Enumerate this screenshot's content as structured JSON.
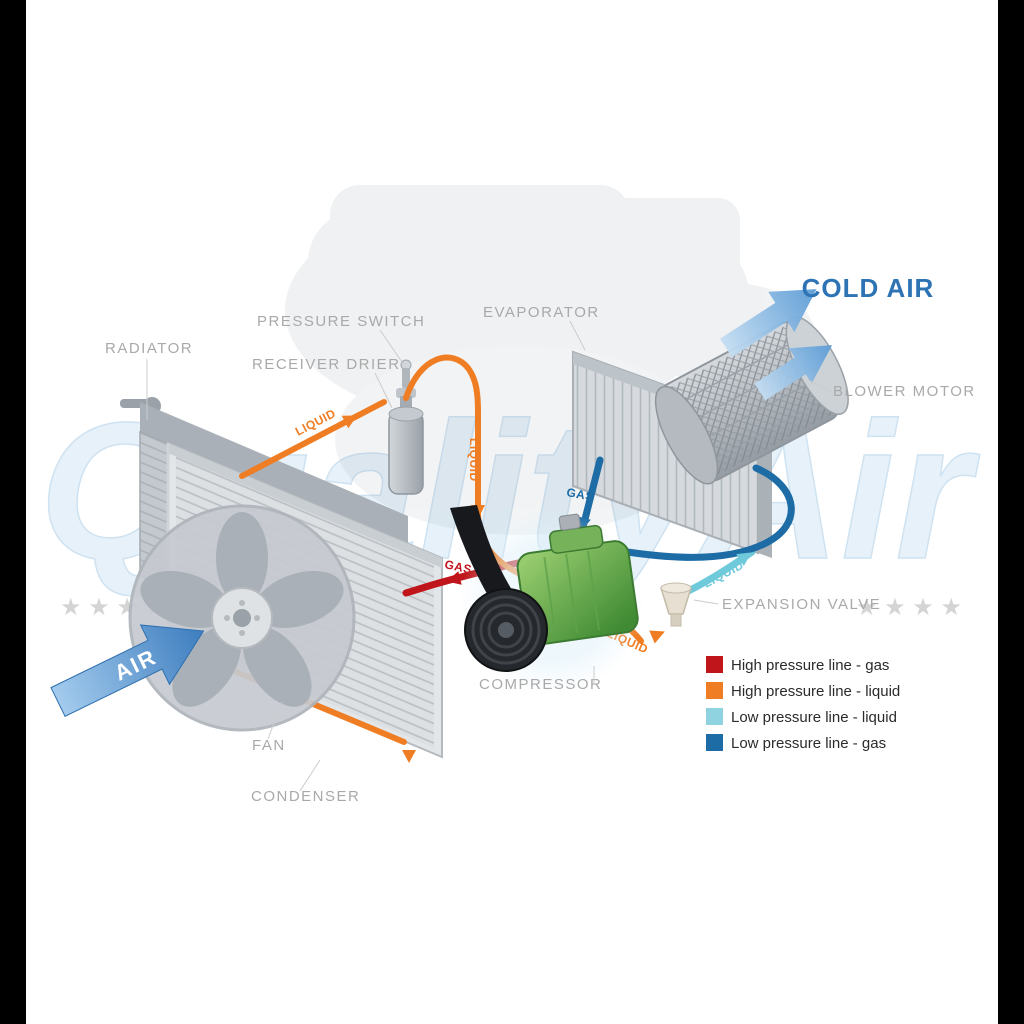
{
  "diagram": {
    "component_labels": {
      "radiator": "RADIATOR",
      "pressure_switch": "PRESSURE SWITCH",
      "receiver_drier": "RECEIVER DRIER",
      "evaporator": "EVAPORATOR",
      "blower_motor": "BLOWER MOTOR",
      "expansion_valve": "EXPANSION VALVE",
      "compressor": "COMPRESSOR",
      "fan": "FAN",
      "condenser": "CONDENSER"
    },
    "flow_labels": {
      "cold_air": "COLD AIR",
      "air": "AIR",
      "liquid_to_drier": "LIQUID",
      "liquid_from_drier": "LIQUID",
      "gas_discharge": "GAS",
      "gas_suction": "GAS",
      "liquid_to_evaporator": "LIQUID",
      "liquid_to_expansion_valve": "LIQUID"
    },
    "colors": {
      "high_pressure_gas": "#c0151b",
      "high_pressure_liquid": "#ef7d23",
      "low_pressure_liquid": "#6ec9da",
      "low_pressure_gas": "#1d6ca6",
      "cold_air_text": "#2e74b5",
      "air_arrow": "#4a86c8",
      "label_gray": "#a9a9a9"
    }
  },
  "legend": {
    "items": [
      {
        "color": "#c0151b",
        "label": "High pressure line - gas"
      },
      {
        "color": "#ef7d23",
        "label": "High pressure line - liquid"
      },
      {
        "color": "#8ed3df",
        "label": "Low pressure line - liquid"
      },
      {
        "color": "#1d6ca6",
        "label": "Low pressure line -  gas"
      }
    ]
  },
  "watermark": {
    "text": "QualityAir",
    "star_row": "★ ★ ★ ★"
  }
}
